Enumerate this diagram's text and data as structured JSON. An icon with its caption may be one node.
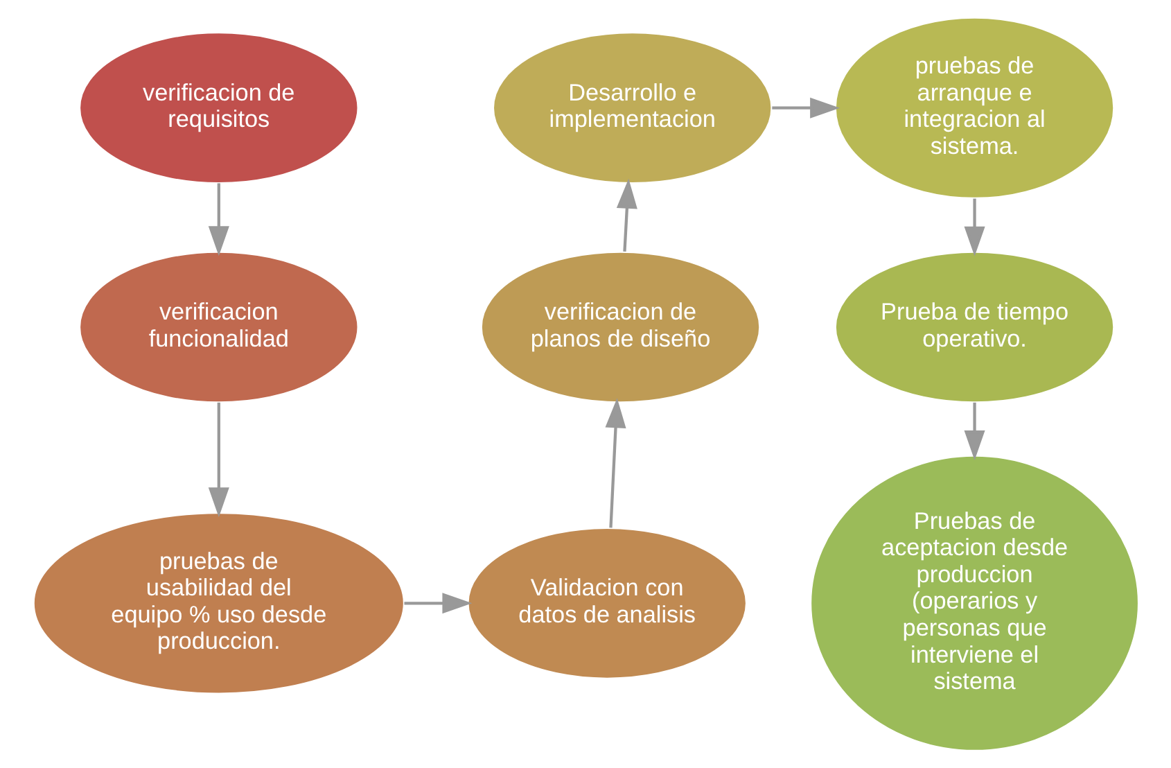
{
  "diagram": {
    "nodes": [
      {
        "text": [
          "verificacion de requisitos"
        ]
      },
      {
        "text": [
          "verificacion funcionalidad"
        ]
      },
      {
        "text": [
          "pruebas de usabilidad del equipo % uso desde produccion."
        ]
      },
      {
        "text": [
          "Validacion con datos de analisis"
        ]
      },
      {
        "text": [
          "verificacion de planos de diseño"
        ]
      },
      {
        "text": [
          "Desarrollo e implementacion"
        ]
      },
      {
        "text": [
          "pruebas de arranque e integracion al sistema."
        ]
      },
      {
        "text": [
          "Prueba de tiempo operativo."
        ]
      },
      {
        "text": [
          "Pruebas de aceptacion desde produccion (operarios y personas que interviene el sistema"
        ]
      }
    ],
    "edges": [
      {
        "from": 0,
        "to": 1,
        "arrow": "to"
      },
      {
        "from": 1,
        "to": 2,
        "arrow": "to"
      },
      {
        "from": 2,
        "to": 3,
        "arrow": "to"
      },
      {
        "from": 3,
        "to": 4,
        "arrow": "to"
      },
      {
        "from": 4,
        "to": 5,
        "arrow": "to"
      },
      {
        "from": 5,
        "to": 6,
        "arrow": "to"
      },
      {
        "from": 6,
        "to": 7,
        "arrow": "to"
      },
      {
        "from": 7,
        "to": 8,
        "arrow": "to"
      }
    ]
  }
}
